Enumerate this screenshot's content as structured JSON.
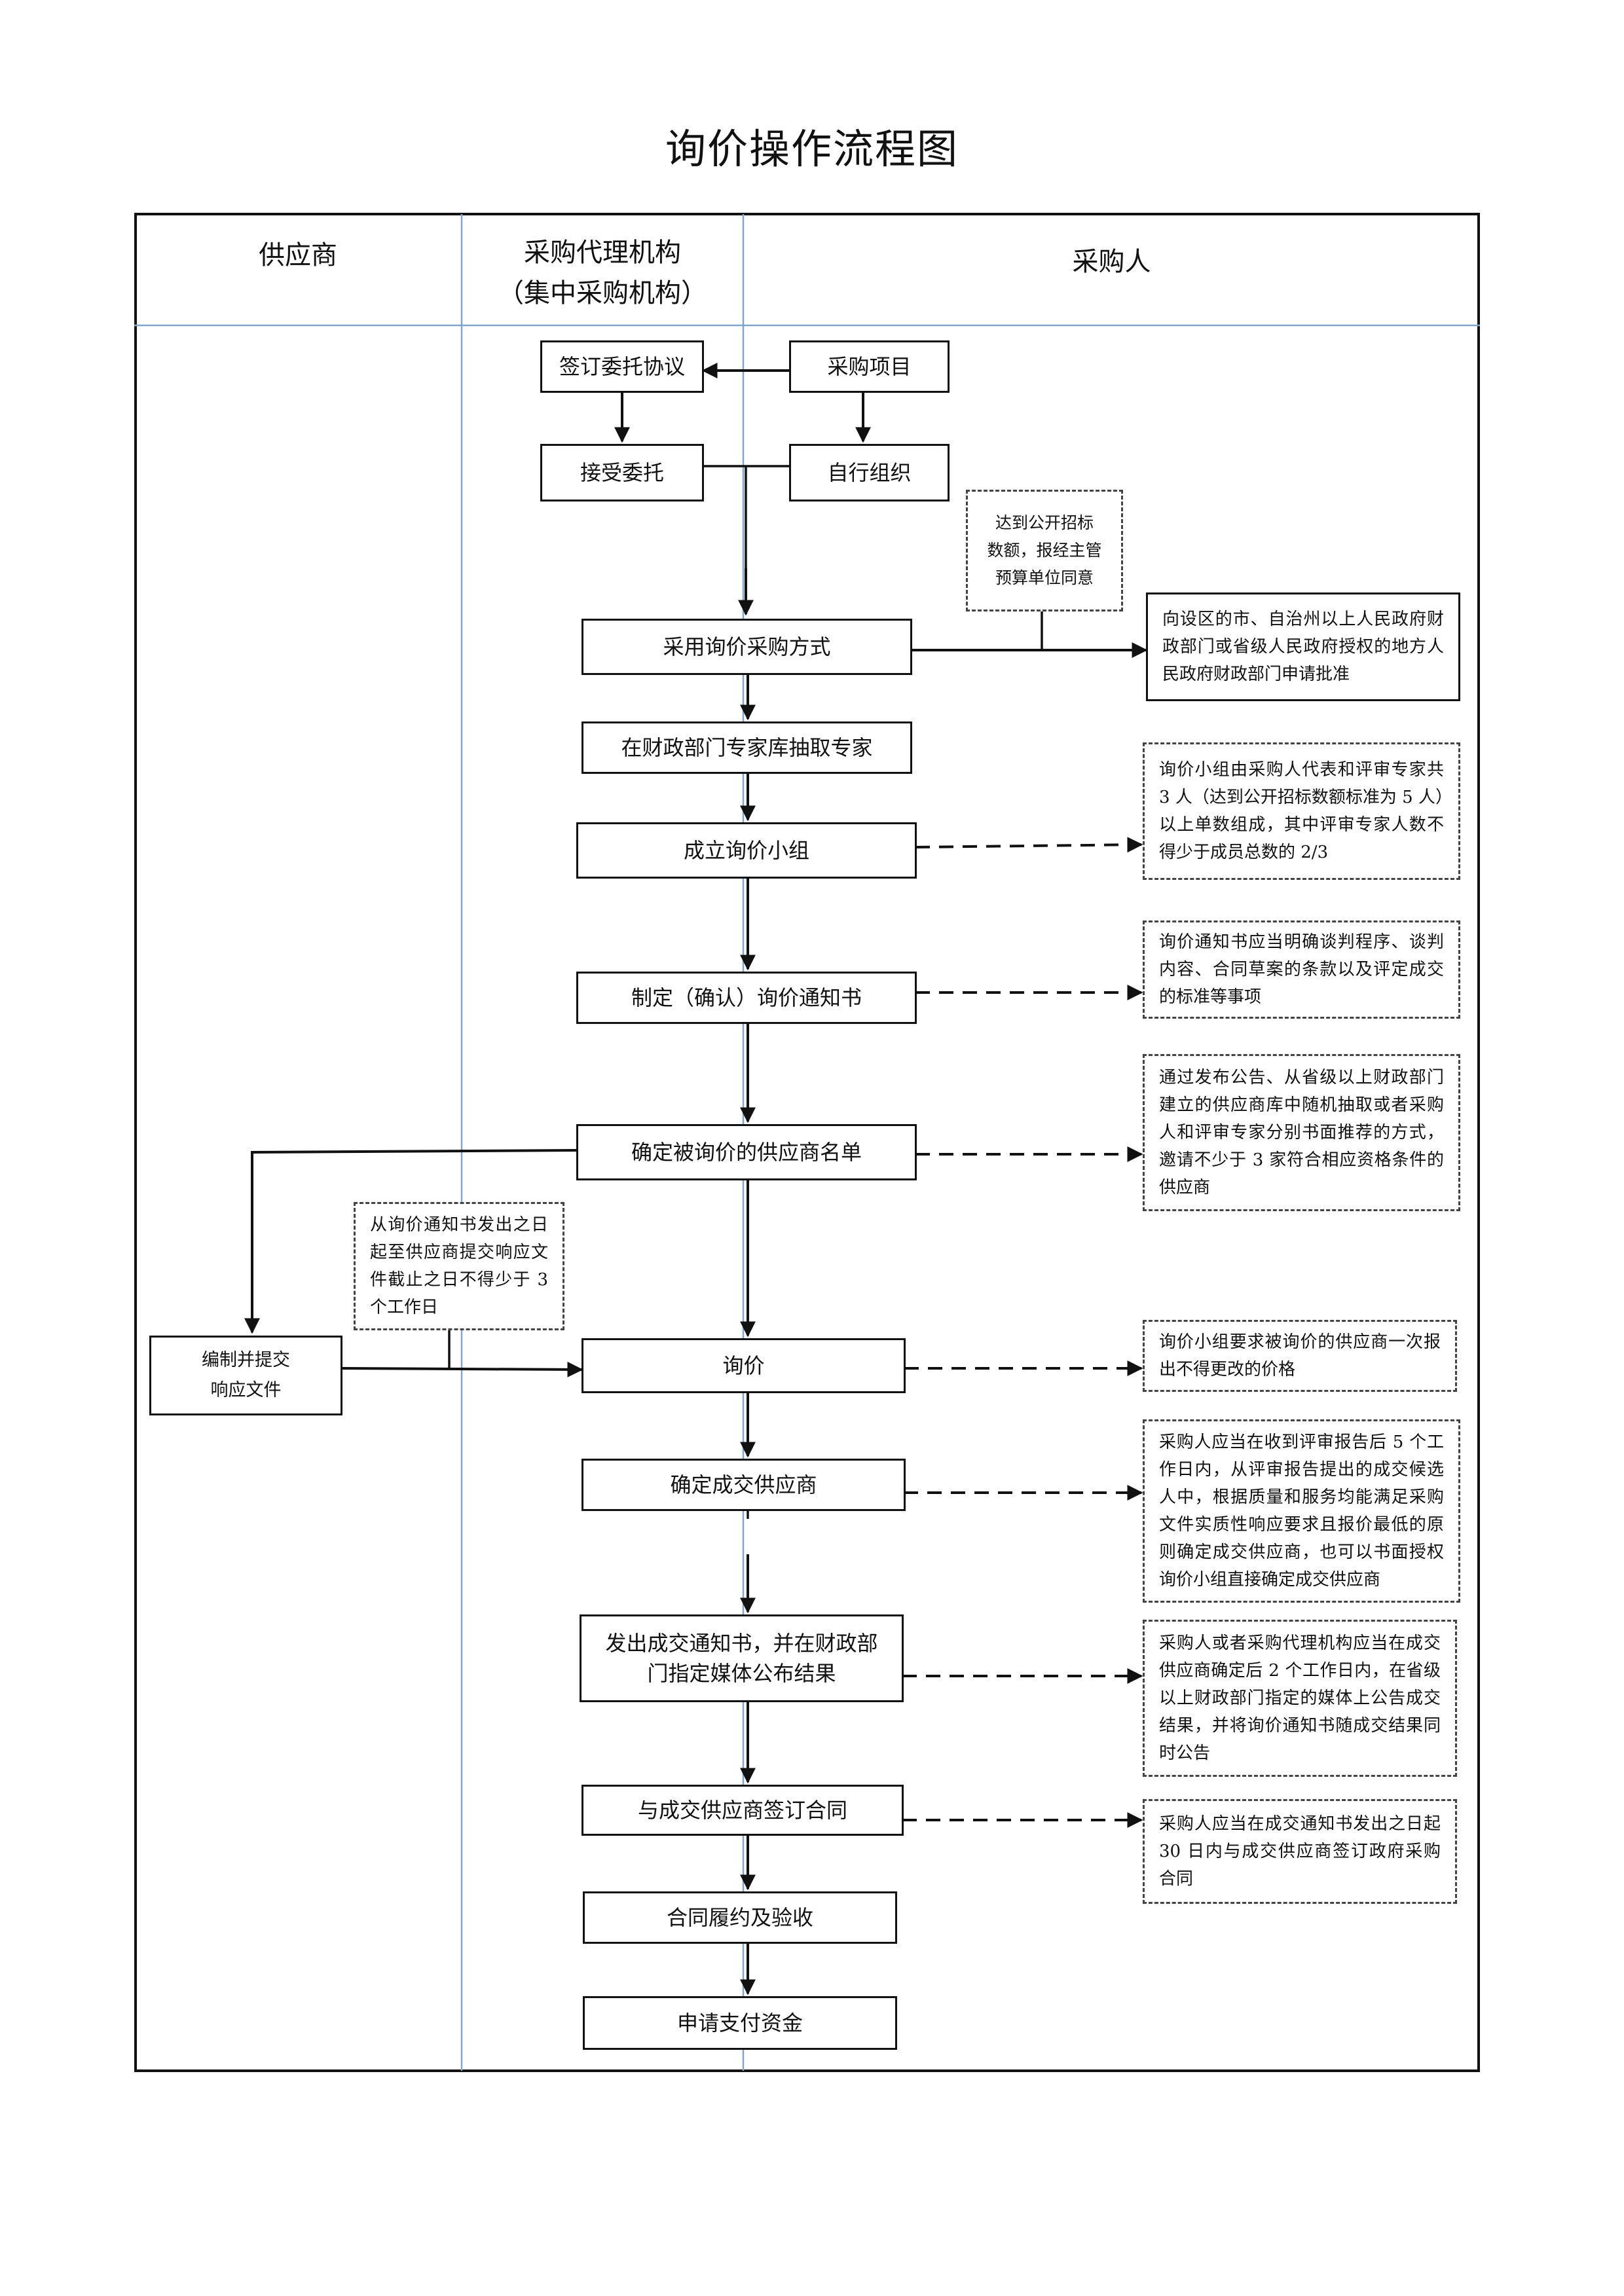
{
  "title": "询价操作流程图",
  "lanes": {
    "supplier": "供应商",
    "agency": "采购代理机构\n（集中采购机构）",
    "purchaser": "采购人"
  },
  "steps": {
    "sign_agreement": "签订委托协议",
    "procurement_project": "采购项目",
    "accept_commission": "接受委托",
    "self_organize": "自行组织",
    "adopt_inquiry": "采用询价采购方式",
    "extract_experts": "在财政部门专家库抽取专家",
    "form_group": "成立询价小组",
    "make_notice": "制定（确认）询价通知书",
    "supplier_list": "确定被询价的供应商名单",
    "prepare_response": "编制并提交\n响应文件",
    "inquiry": "询价",
    "determine_supplier": "确定成交供应商",
    "issue_notice": "发出成交通知书，并在财政部\n门指定媒体公布结果",
    "sign_contract": "与成交供应商签订合同",
    "acceptance": "合同履约及验收",
    "apply_payment": "申请支付资金"
  },
  "notes": {
    "threshold": "达到公开招标\n数额，报经主管\n预算单位同意",
    "approval": "向设区的市、自治州以上人民政府财政部门或省级人民政府授权的地方人民政府财政部门申请批准",
    "group_composition": "询价小组由采购人代表和评审专家共 3 人（达到公开招标数额标准为 5 人）以上单数组成，其中评审专家人数不得少于成员总数的 2/3",
    "notice_content": "询价通知书应当明确谈判程序、谈判内容、合同草案的条款以及评定成交的标准等事项",
    "supplier_selection": "通过发布公告、从省级以上财政部门建立的供应商库中随机抽取或者采购人和评审专家分别书面推荐的方式，邀请不少于 3 家符合相应资格条件的供应商",
    "response_time": "从询价通知书发出之日起至供应商提交响应文件截止之日不得少于 3 个工作日",
    "one_time_quote": "询价小组要求被询价的供应商一次报出不得更改的价格",
    "determination_rule": "采购人应当在收到评审报告后 5 个工作日内，从评审报告提出的成交候选人中，根据质量和服务均能满足采购文件实质性响应要求且报价最低的原则确定成交供应商，也可以书面授权询价小组直接确定成交供应商",
    "announcement_rule": "采购人或者采购代理机构应当在成交供应商确定后 2 个工作日内，在省级以上财政部门指定的媒体上公告成交结果，并将询价通知书随成交结果同时公告",
    "contract_rule": "采购人应当在成交通知书发出之日起 30 日内与成交供应商签订政府采购合同"
  }
}
